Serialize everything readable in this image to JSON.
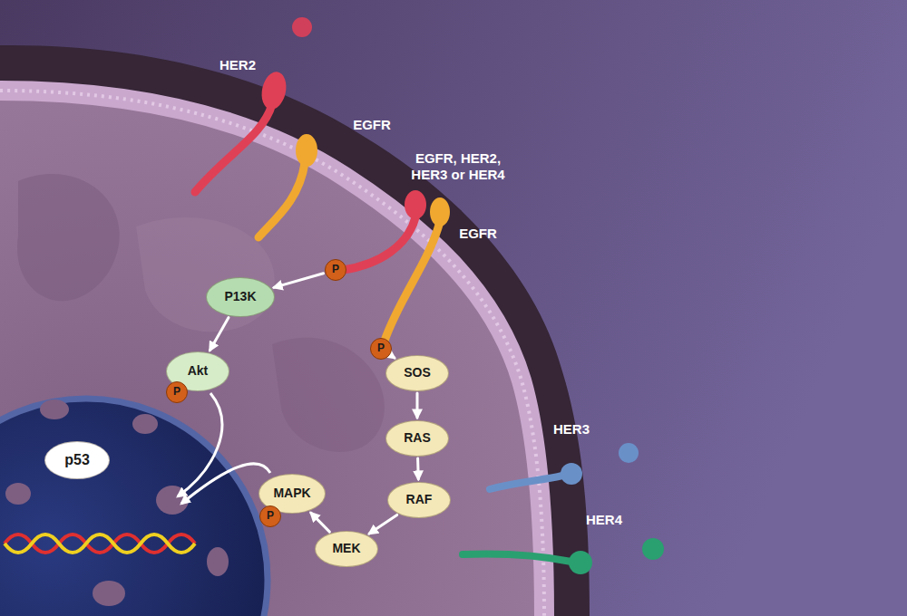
{
  "diagram": {
    "nodes": [
      {
        "text": [
          "P"
        ]
      },
      {
        "text": [
          "P13K"
        ]
      },
      {
        "text": [
          "P"
        ]
      },
      {
        "text": [
          "SOS"
        ]
      },
      {
        "text": [
          "Akt"
        ]
      },
      {
        "text": [
          "P"
        ]
      },
      {
        "text": [
          "RAS"
        ]
      },
      {
        "text": [
          "p53"
        ]
      },
      {
        "text": [
          "MAPK"
        ]
      },
      {
        "text": [
          "P"
        ]
      },
      {
        "text": [
          "RAF"
        ]
      },
      {
        "text": [
          "MEK"
        ]
      }
    ],
    "edges": [
      {
        "from": 0,
        "to": 1,
        "arrow": "to"
      },
      {
        "from": 1,
        "to": 4,
        "arrow": "to"
      },
      {
        "from": 2,
        "to": 3,
        "arrow": "to"
      },
      {
        "from": 3,
        "to": 6,
        "arrow": "to"
      },
      {
        "from": 6,
        "to": 10,
        "arrow": "to"
      },
      {
        "from": 10,
        "to": 11,
        "arrow": "to"
      },
      {
        "from": 11,
        "to": 8,
        "arrow": "to"
      }
    ],
    "labels": [
      "HER2",
      "EGFR",
      "EGFR, HER2, HER3 or HER4",
      "EGFR",
      "HER3",
      "HER4"
    ]
  }
}
